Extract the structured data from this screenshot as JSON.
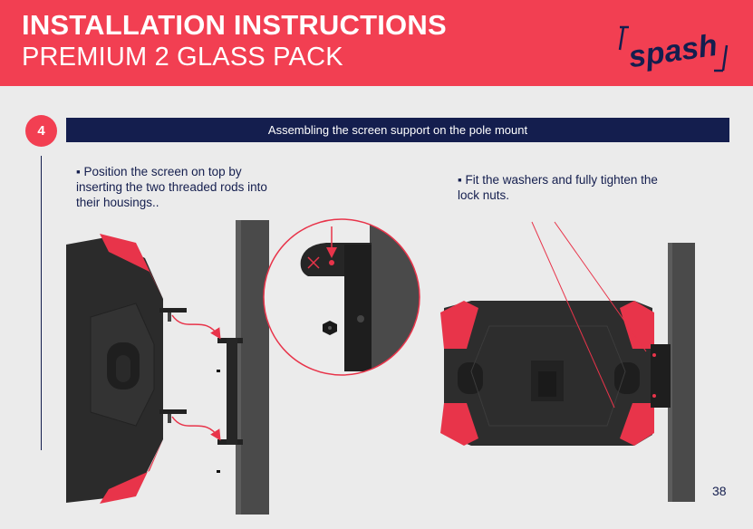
{
  "header": {
    "title": "INSTALLATION INSTRUCTIONS",
    "subtitle": "PREMIUM 2 GLASS PACK",
    "logo_text": "spash",
    "bg_color": "#f23f52"
  },
  "step": {
    "number": "4",
    "heading": "Assembling the screen support on the pole mount",
    "bar_color": "#141e4e"
  },
  "instructions": [
    "▪ Position the screen on top by inserting the two threaded rods into their housings..",
    "▪ Fit the washers and fully tighten the lock nuts."
  ],
  "page_number": "38"
}
